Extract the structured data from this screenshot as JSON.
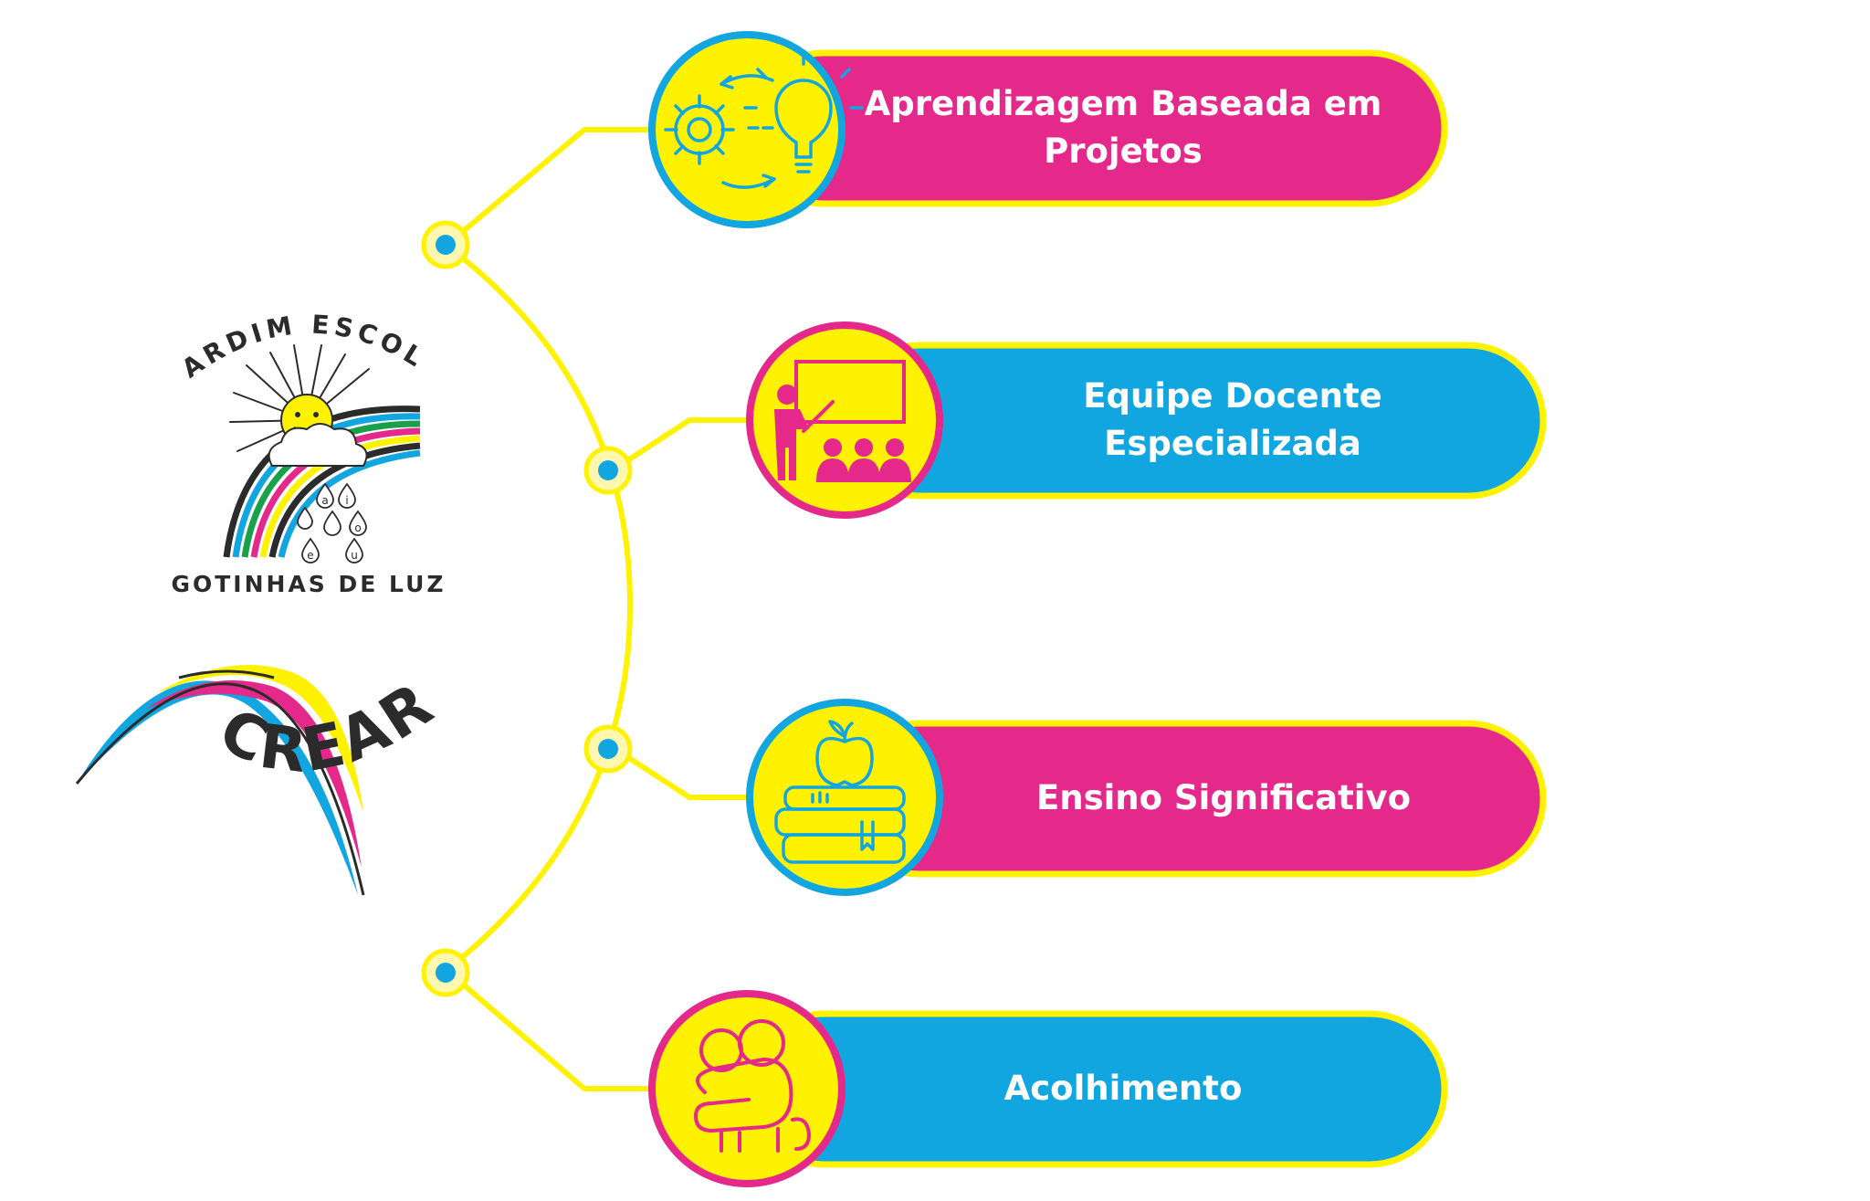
{
  "logos": {
    "jardim_top": "JARDIM ESCOLA",
    "jardim_bottom": "GOTINHAS DE LUZ",
    "drop_letters": [
      "a",
      "i",
      "o",
      "e",
      "u"
    ],
    "crear": "CREAR"
  },
  "items": [
    {
      "label": "Aprendizagem Baseada em Projetos",
      "pill_color": "#e5298a",
      "ring_color": "#12a6e0",
      "icon": "gear-lightbulb-icon"
    },
    {
      "label": "Equipe Docente Especializada",
      "pill_color": "#12a6e0",
      "ring_color": "#e5298a",
      "icon": "teacher-class-icon"
    },
    {
      "label": "Ensino Significativo",
      "pill_color": "#e5298a",
      "ring_color": "#12a6e0",
      "icon": "books-apple-icon"
    },
    {
      "label": "Acolhimento",
      "pill_color": "#12a6e0",
      "ring_color": "#e5298a",
      "icon": "hug-icon"
    }
  ],
  "colors": {
    "yellow": "#fff200",
    "pink": "#e5298a",
    "blue": "#12a6e0",
    "dark": "#2b2b2b"
  }
}
